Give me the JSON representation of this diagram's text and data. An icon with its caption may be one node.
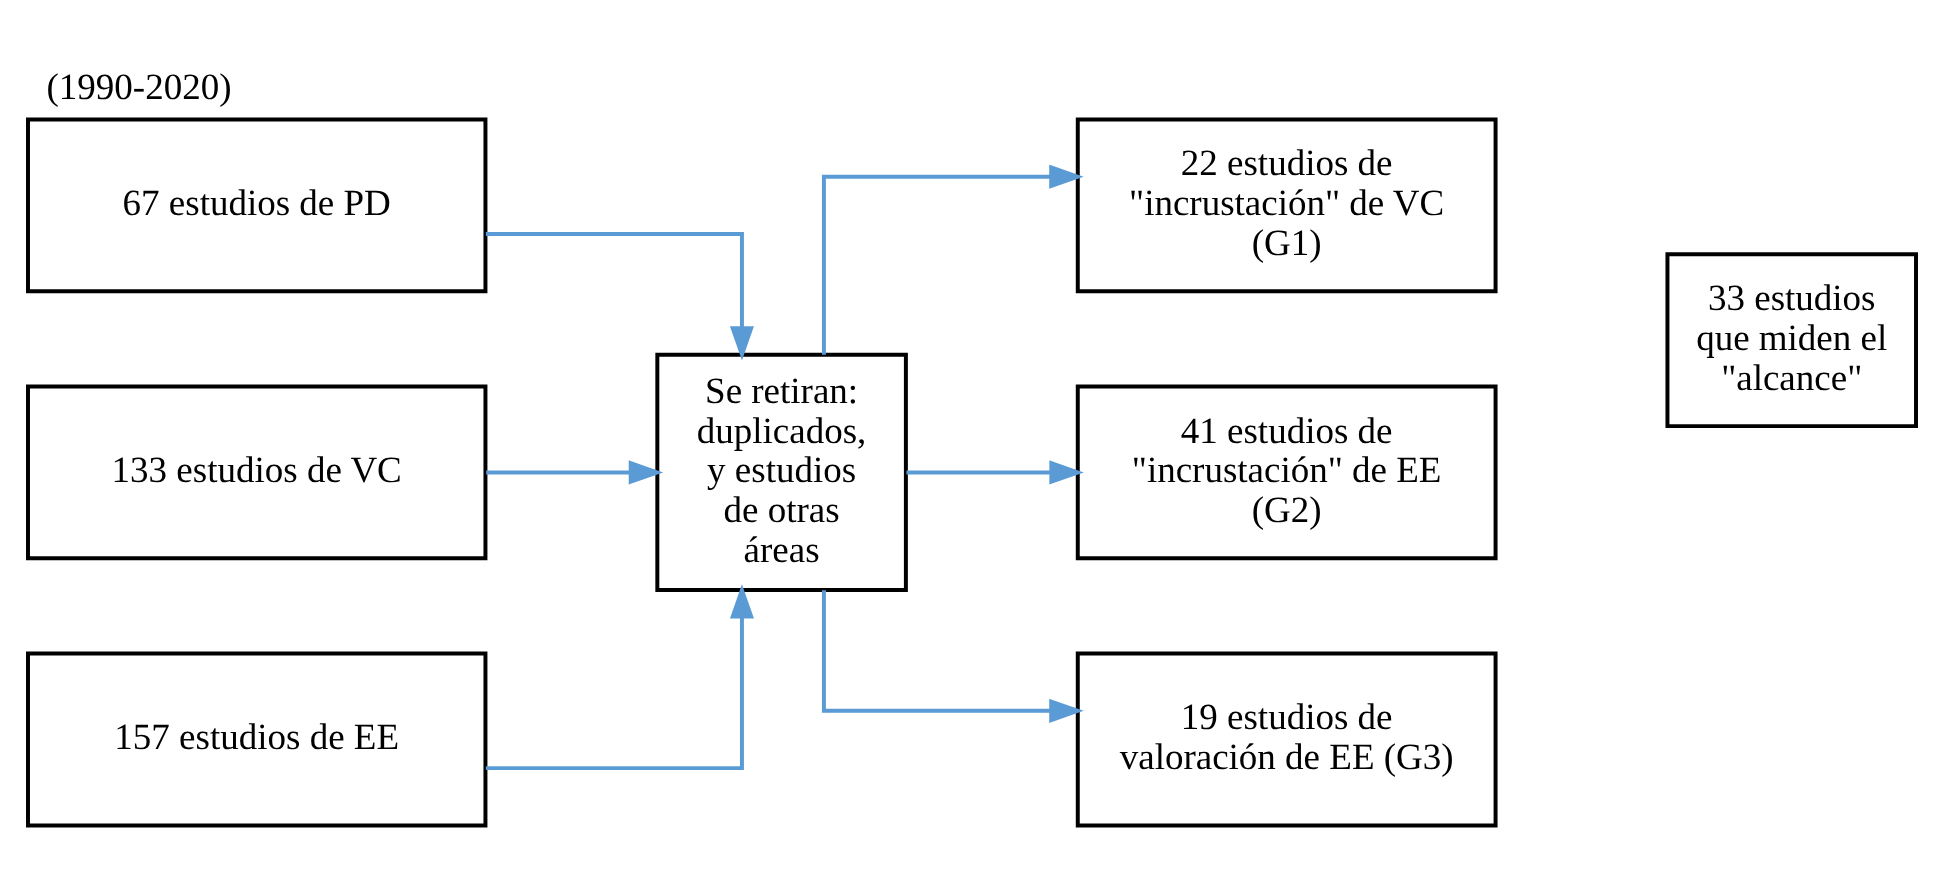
{
  "diagram": {
    "title": "(1990-2020)",
    "nodes": [
      {
        "text": [
          "67 estudios de PD"
        ]
      },
      {
        "text": [
          "133 estudios de VC"
        ]
      },
      {
        "text": [
          "157 estudios de EE"
        ]
      },
      {
        "text": [
          "Se retiran: duplicados, y estudios de otras áreas"
        ]
      },
      {
        "text": [
          "22 estudios de \"incrustación\" de VC (G1)"
        ]
      },
      {
        "text": [
          "41 estudios de \"incrustación\" de EE (G2)"
        ]
      },
      {
        "text": [
          "19 estudios de valoración de EE (G3)"
        ]
      },
      {
        "text": [
          "33 estudios que miden el \"alcance\""
        ]
      }
    ],
    "edges": [
      {
        "from": 0,
        "to": 3,
        "arrow": "to"
      },
      {
        "from": 1,
        "to": 3,
        "arrow": "to"
      },
      {
        "from": 2,
        "to": 3,
        "arrow": "to"
      },
      {
        "from": 3,
        "to": 4,
        "arrow": "to"
      },
      {
        "from": 3,
        "to": 5,
        "arrow": "to"
      },
      {
        "from": 3,
        "to": 6,
        "arrow": "to"
      }
    ]
  }
}
